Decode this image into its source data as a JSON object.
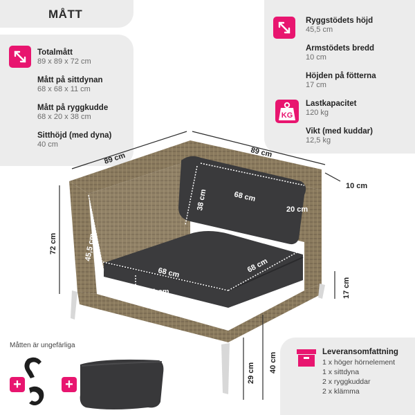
{
  "header": {
    "title": "MÅTT"
  },
  "left_specs": [
    {
      "label": "Totalmått",
      "value": "89 x 89 x 72 cm"
    },
    {
      "label": "Mått på sittdynan",
      "value": "68 x 68 x 11 cm"
    },
    {
      "label": "Mått på ryggkudde",
      "value": "68 x 20 x 38 cm"
    },
    {
      "label": "Sitthöjd (med dyna)",
      "value": "40 cm"
    }
  ],
  "right_specs": [
    {
      "label": "Ryggstödets höjd",
      "value": "45,5 cm"
    },
    {
      "label": "Armstödets bredd",
      "value": "10 cm"
    },
    {
      "label": "Höjden på fötterna",
      "value": "17 cm"
    },
    {
      "label": "Lastkapacitet",
      "value": "120 kg"
    },
    {
      "label": "Vikt (med kuddar)",
      "value": "12,5 kg"
    }
  ],
  "icons": {
    "dimensions": "diagonal-arrows-icon",
    "weight": "weight-kg-icon",
    "weight_text": "KG",
    "delivery": "box-icon",
    "accent": "#e8156f"
  },
  "dimensions": {
    "width_left": "89 cm",
    "width_top": "89 cm",
    "arm": "10 cm",
    "cushion_width": "68 cm",
    "cushion_height": "38 cm",
    "cushion_depth": "20 cm",
    "height_total": "72 cm",
    "backrest": "45,5 cm",
    "seat_width": "68 cm",
    "seat_depth": "68 cm",
    "seat_thickness": "11 cm",
    "feet": "17 cm",
    "frame_height": "29 cm",
    "seat_height": "40 cm"
  },
  "note": "Måtten är ungefärliga",
  "delivery": {
    "title": "Leveransomfattning",
    "items": [
      "1 x höger hörnelement",
      "1 x sittdyna",
      "2 x ryggkuddar",
      "2 x klämma"
    ]
  }
}
